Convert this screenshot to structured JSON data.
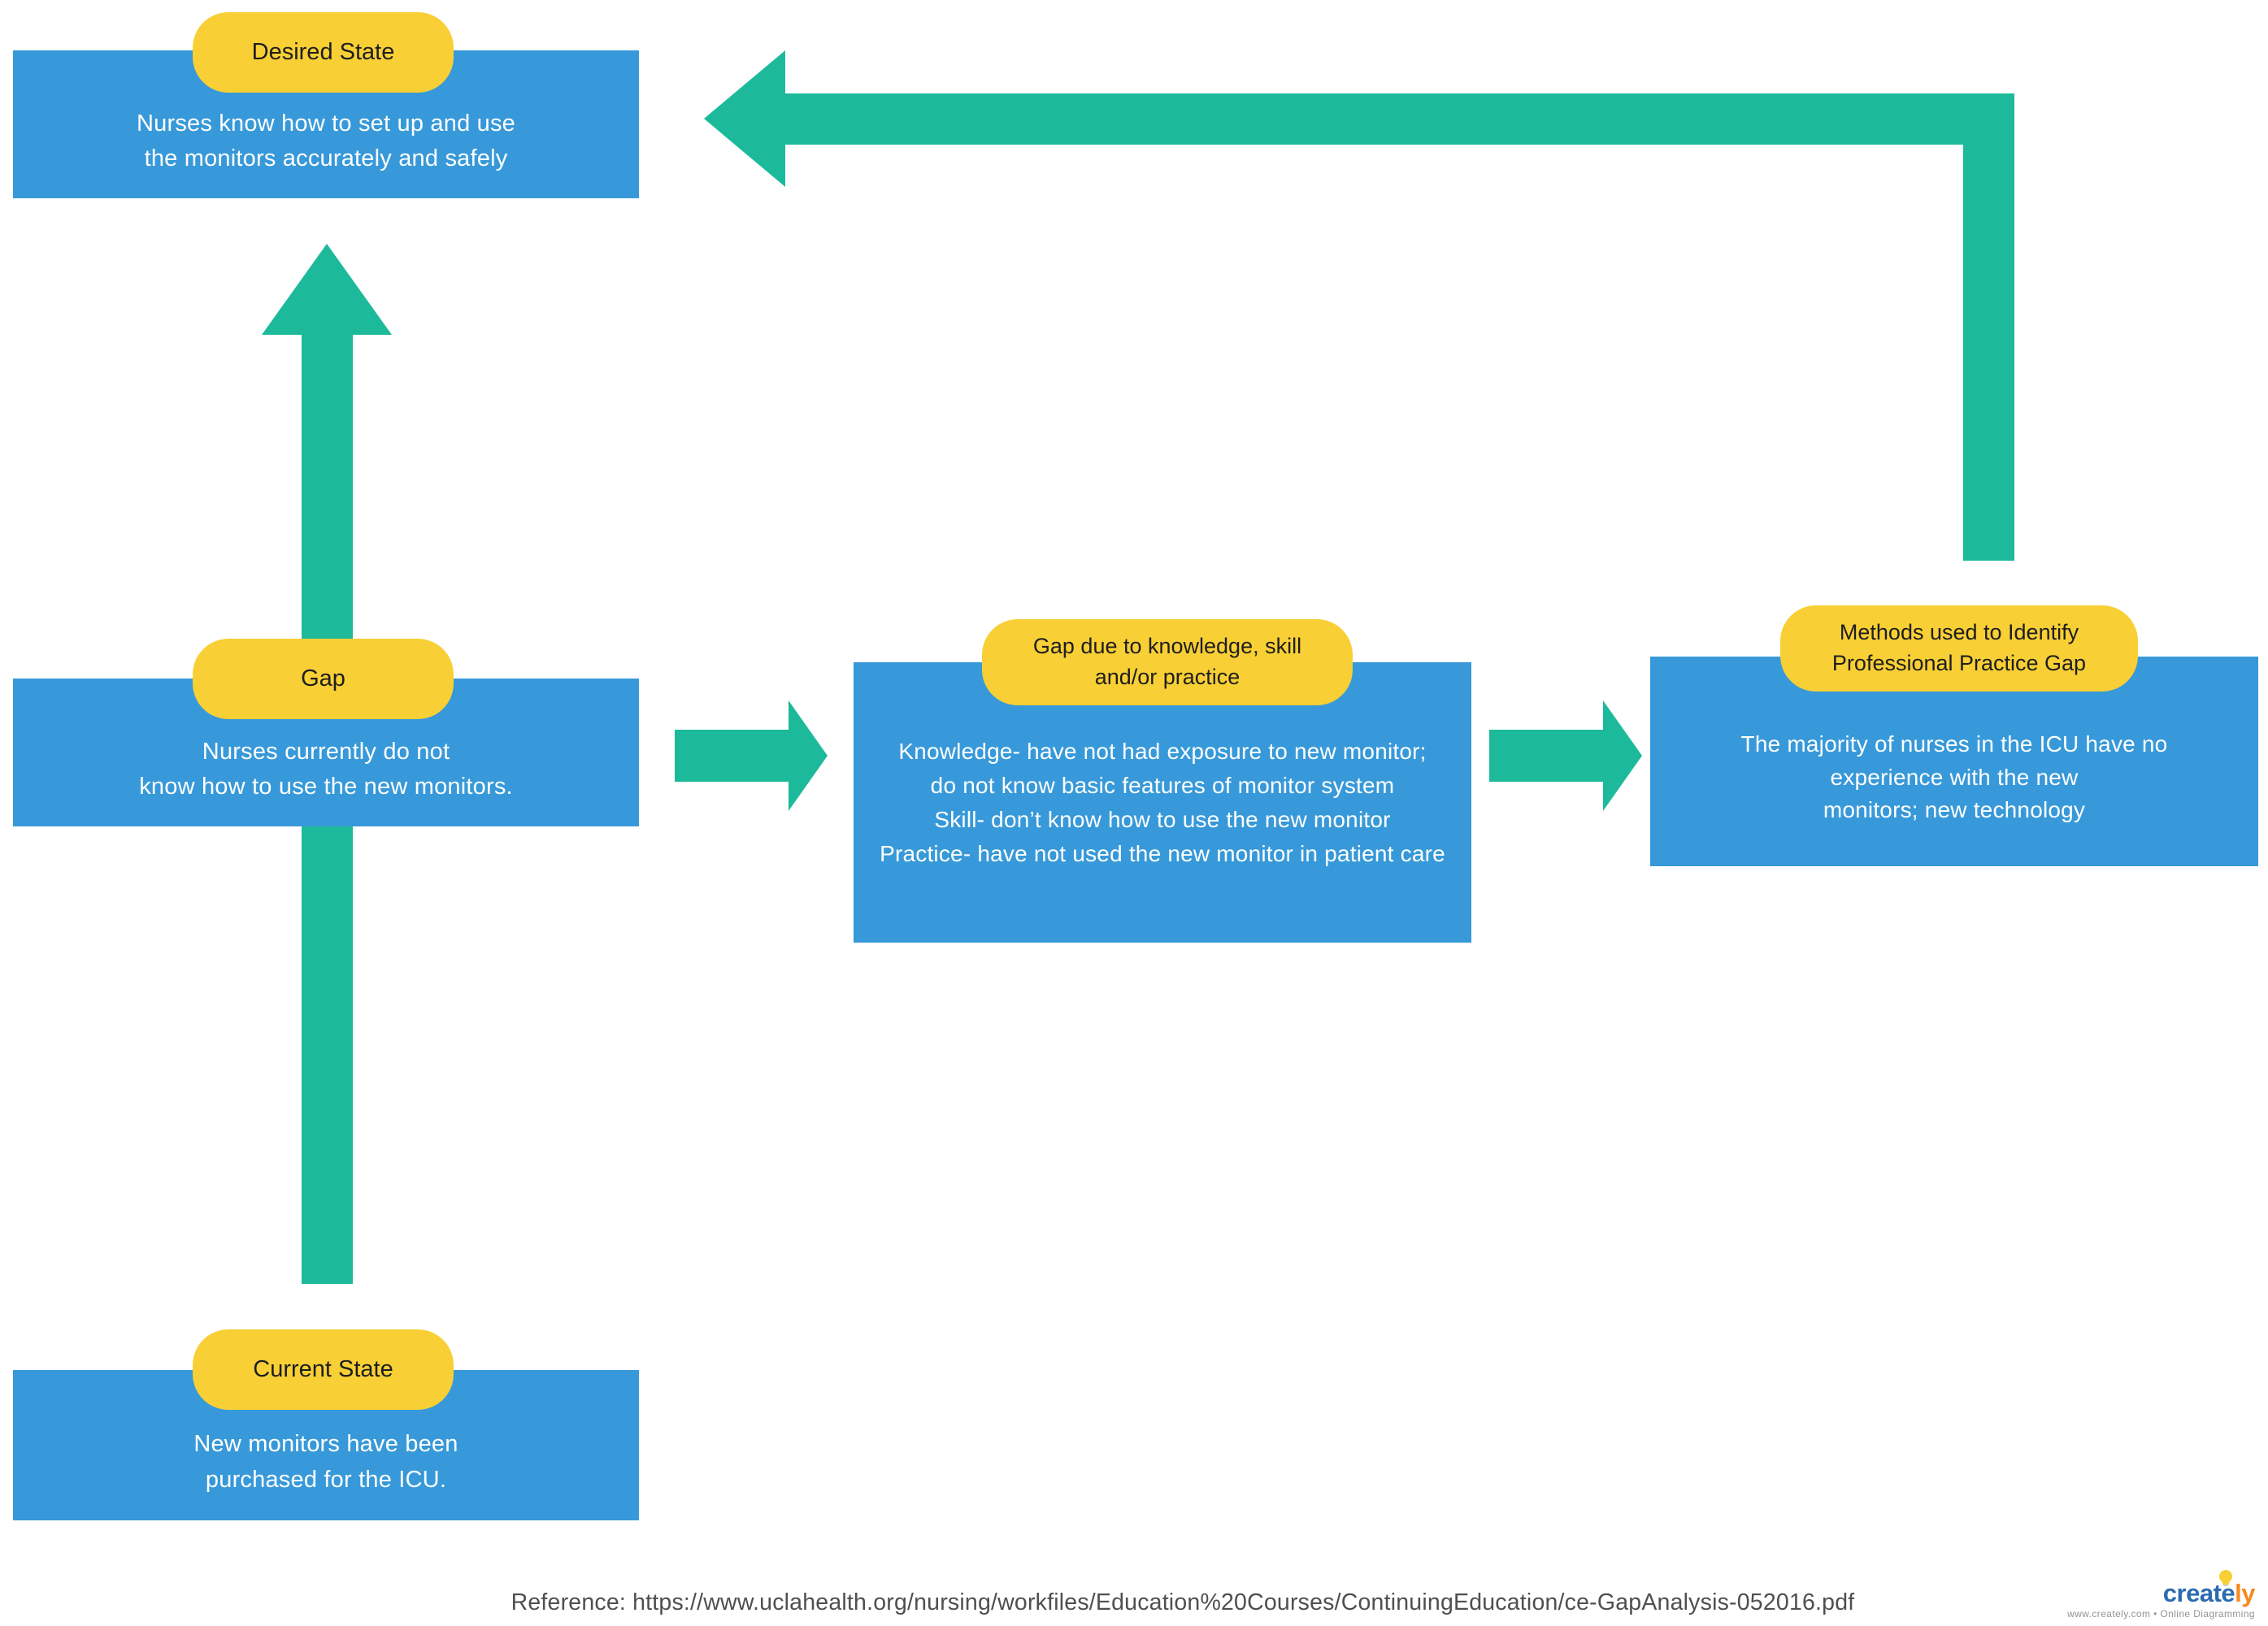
{
  "colors": {
    "node_fill": "#3799D9",
    "pill_fill": "#F8CF35",
    "arrow": "#1CBA9B",
    "pill_text": "#1E1E1E",
    "node_text": "#FFFFFF",
    "reference_text": "#4F4F4F",
    "logo_blue": "#2B6CB0",
    "logo_orange": "#F6891E"
  },
  "nodes": {
    "desired": {
      "pill": "Desired State",
      "body": "Nurses know how to set up and use\nthe monitors accurately and safely"
    },
    "gap": {
      "pill": "Gap",
      "body": "Nurses currently do not\nknow how to use the new monitors."
    },
    "current": {
      "pill": "Current State",
      "body": "New monitors have been\npurchased for the ICU."
    },
    "knowledge": {
      "pill": "Gap due to knowledge, skill\nand/or practice",
      "body": "Knowledge- have not had exposure to new monitor;\ndo not know basic features of monitor system\nSkill- don’t know how to use the new monitor\nPractice- have not used the new monitor in patient care"
    },
    "methods": {
      "pill": "Methods used to Identify\nProfessional Practice Gap",
      "body": "The majority of nurses in the ICU have no\nexperience with the new\nmonitors; new technology"
    }
  },
  "arrows": [
    {
      "name": "current-to-desired",
      "direction": "up"
    },
    {
      "name": "methods-to-desired",
      "direction": "left-elbow"
    },
    {
      "name": "gap-to-knowledge",
      "direction": "right"
    },
    {
      "name": "knowledge-to-methods",
      "direction": "right"
    }
  ],
  "footer": {
    "reference": "Reference: https://www.uclahealth.org/nursing/workfiles/Education%20Courses/ContinuingEducation/ce-GapAnalysis-052016.pdf"
  },
  "branding": {
    "create": "create",
    "ly": "ly",
    "tagline": "www.creately.com • Online Diagramming"
  }
}
